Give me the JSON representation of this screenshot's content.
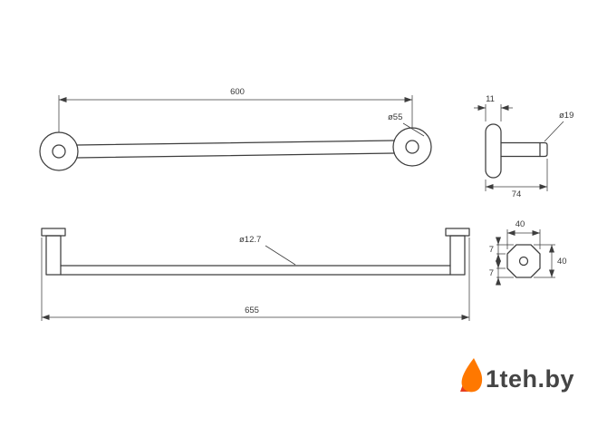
{
  "page": {
    "background_color": "#ffffff"
  },
  "drawing": {
    "stroke_color": "#3d3d3d",
    "views": {
      "front": {
        "length": "600",
        "rosette_diameter": "ø55"
      },
      "side": {
        "plate_depth": "11",
        "bar_diameter": "ø19",
        "projection": "74"
      },
      "overall": {
        "bar_diameter": "ø12.7",
        "total_length": "655"
      },
      "section": {
        "width": "40",
        "height": "40",
        "chamfer_top": "7",
        "chamfer_bottom": "7"
      }
    }
  },
  "watermark": {
    "text": "1teh.by",
    "text_color": "#454545",
    "flame_color": "#ff7800",
    "accent_color": "#e63c20"
  }
}
